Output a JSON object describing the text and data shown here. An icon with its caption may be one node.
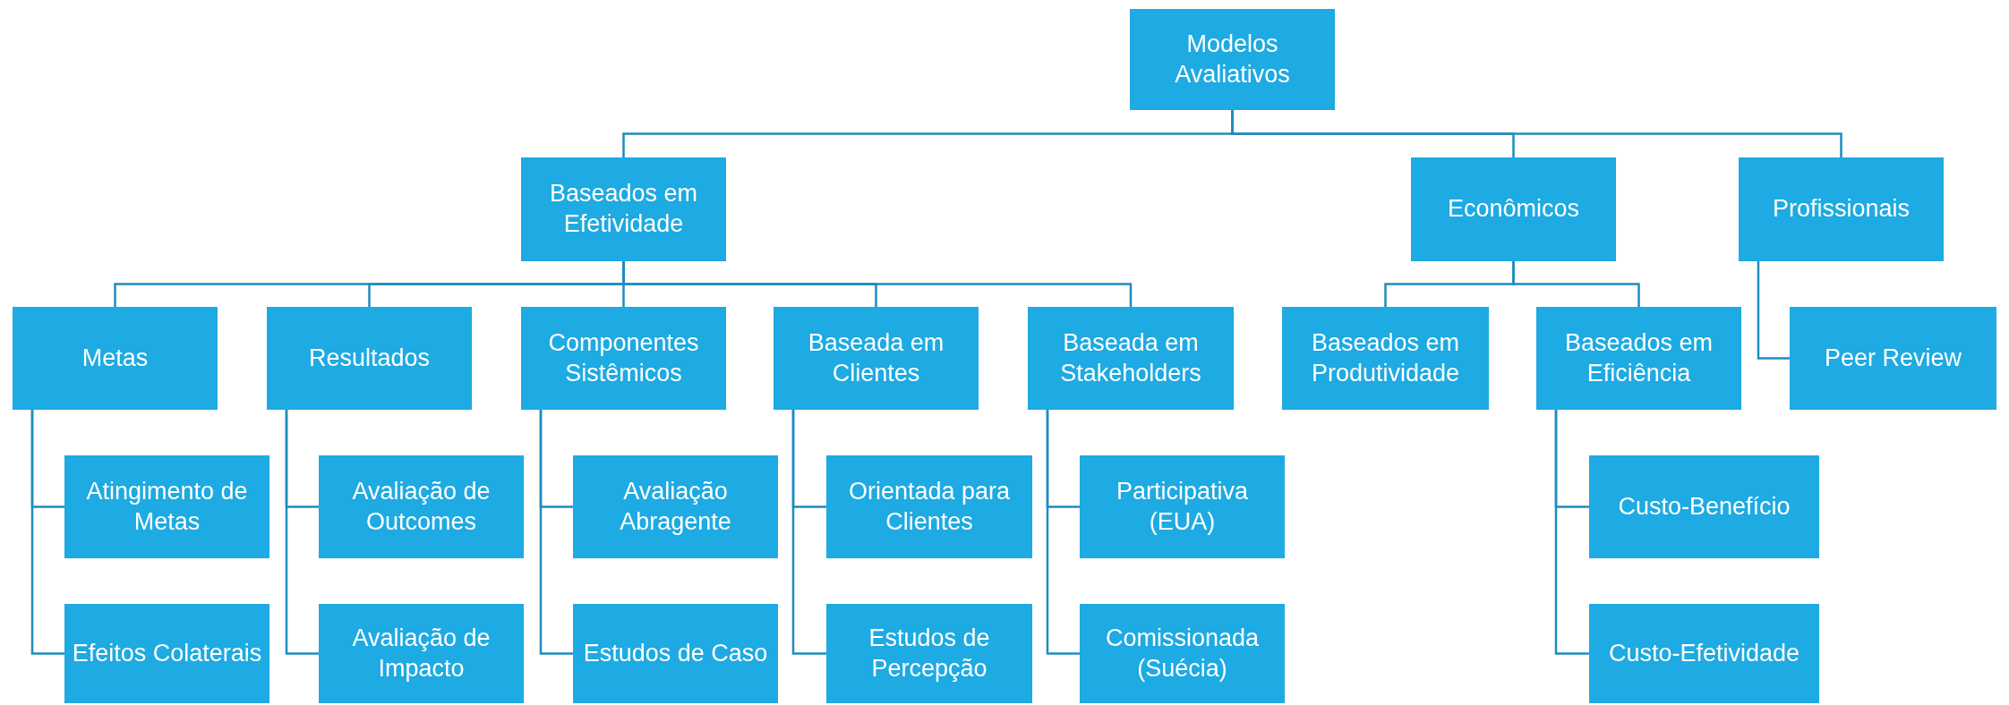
{
  "diagram": {
    "nodes": [
      {
        "text": [
          "Modelos Avaliativos"
        ]
      },
      {
        "text": [
          "Baseados em Efetividade"
        ]
      },
      {
        "text": [
          "Econômicos"
        ]
      },
      {
        "text": [
          "Profissionais"
        ]
      },
      {
        "text": [
          "Metas"
        ]
      },
      {
        "text": [
          "Resultados"
        ]
      },
      {
        "text": [
          "Componentes Sistêmicos"
        ]
      },
      {
        "text": [
          "Baseada em Clientes"
        ]
      },
      {
        "text": [
          "Baseada em Stakeholders"
        ]
      },
      {
        "text": [
          "Baseados em Produtividade"
        ]
      },
      {
        "text": [
          "Baseados em Eficiência"
        ]
      },
      {
        "text": [
          "Peer Review"
        ]
      },
      {
        "text": [
          "Atingimento de Metas"
        ]
      },
      {
        "text": [
          "Efeitos Colaterais"
        ]
      },
      {
        "text": [
          "Avaliação de Outcomes"
        ]
      },
      {
        "text": [
          "Avaliação de Impacto"
        ]
      },
      {
        "text": [
          "Avaliação Abragente"
        ]
      },
      {
        "text": [
          "Estudos de Caso"
        ]
      },
      {
        "text": [
          "Orientada para Clientes"
        ]
      },
      {
        "text": [
          "Estudos de Percepção"
        ]
      },
      {
        "text": [
          "Participativa (EUA)"
        ]
      },
      {
        "text": [
          "Comissionada (Suécia)"
        ]
      },
      {
        "text": [
          "Custo-Benefício"
        ]
      },
      {
        "text": [
          "Custo-Efetividade"
        ]
      }
    ],
    "edges": [
      {
        "from": 0,
        "to": 1,
        "arrow": "none"
      },
      {
        "from": 0,
        "to": 2,
        "arrow": "none"
      },
      {
        "from": 0,
        "to": 3,
        "arrow": "none"
      },
      {
        "from": 1,
        "to": 4,
        "arrow": "none"
      },
      {
        "from": 1,
        "to": 5,
        "arrow": "none"
      },
      {
        "from": 1,
        "to": 6,
        "arrow": "none"
      },
      {
        "from": 1,
        "to": 7,
        "arrow": "none"
      },
      {
        "from": 1,
        "to": 8,
        "arrow": "none"
      },
      {
        "from": 2,
        "to": 9,
        "arrow": "none"
      },
      {
        "from": 2,
        "to": 10,
        "arrow": "none"
      },
      {
        "from": 3,
        "to": 11,
        "arrow": "none"
      },
      {
        "from": 4,
        "to": 12,
        "arrow": "none"
      },
      {
        "from": 4,
        "to": 13,
        "arrow": "none"
      },
      {
        "from": 5,
        "to": 14,
        "arrow": "none"
      },
      {
        "from": 5,
        "to": 15,
        "arrow": "none"
      },
      {
        "from": 6,
        "to": 16,
        "arrow": "none"
      },
      {
        "from": 6,
        "to": 17,
        "arrow": "none"
      },
      {
        "from": 7,
        "to": 18,
        "arrow": "none"
      },
      {
        "from": 7,
        "to": 19,
        "arrow": "none"
      },
      {
        "from": 8,
        "to": 20,
        "arrow": "none"
      },
      {
        "from": 8,
        "to": 21,
        "arrow": "none"
      },
      {
        "from": 10,
        "to": 22,
        "arrow": "none"
      },
      {
        "from": 10,
        "to": 23,
        "arrow": "none"
      }
    ]
  }
}
